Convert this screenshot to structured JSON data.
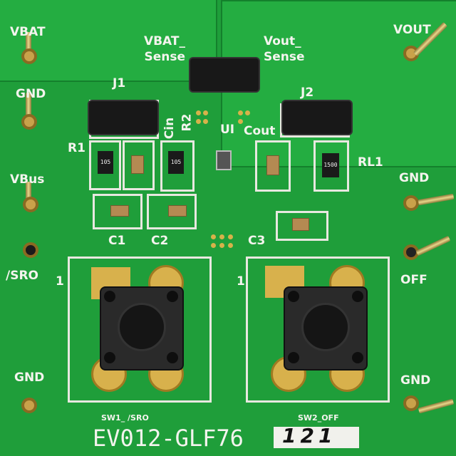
{
  "board": {
    "part_number": "EV012-GLF76",
    "handwritten_serial": "121",
    "colors": {
      "solder_mask": "#1f9e3a",
      "silkscreen": "#f4f4ee",
      "pads": "#d8b14c"
    }
  },
  "terminals_left": [
    "VBAT",
    "GND",
    "VBus",
    "/SRO",
    "GND"
  ],
  "terminals_right": [
    "VOUT",
    "GND",
    "OFF",
    "GND"
  ],
  "sense": {
    "vbat": "VBAT_ Sense",
    "vout": "Vout_ Sense"
  },
  "components": {
    "j1": "J1",
    "j2": "J2",
    "r1": "R1",
    "r2": "R2",
    "cin": "Cin",
    "u1": "UI",
    "cout": "Cout",
    "rl1": "RL1",
    "c1": "C1",
    "c2": "C2",
    "c3": "C3",
    "r1_marking": "105",
    "cin_marking": "105",
    "rl1_marking": "1500"
  },
  "switches": {
    "sw1_label": "SW1_ /SRO",
    "sw2_label": "SW2_OFF",
    "pin1": "1"
  }
}
